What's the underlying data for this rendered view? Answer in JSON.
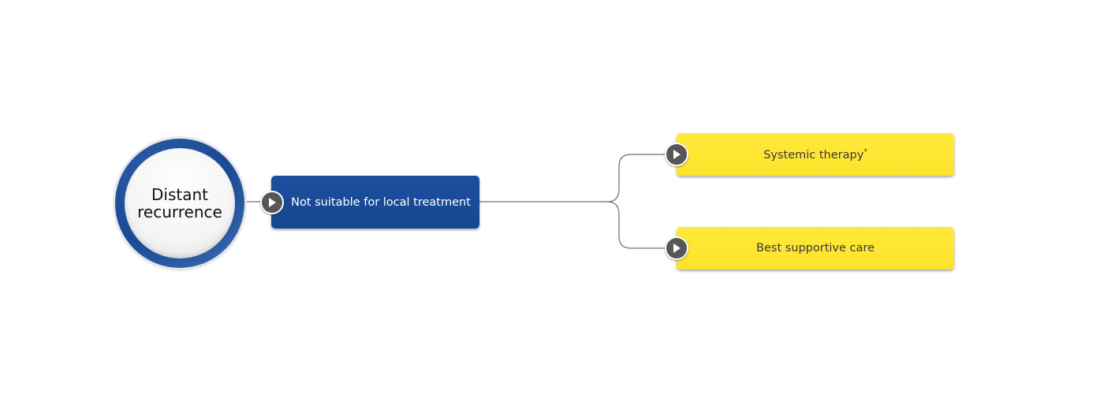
{
  "diagram": {
    "start": {
      "label": "Distant recurrence"
    },
    "step": {
      "label": "Not suitable for local treatment"
    },
    "outcomes": [
      {
        "label": "Systemic therapy",
        "superscript": "*"
      },
      {
        "label": "Best supportive care"
      }
    ],
    "colors": {
      "start_ring": "#1a4a95",
      "step_fill": "#174b98",
      "outcome_fill": "#fde42c",
      "connector": "#6e6e6e",
      "arrow_badge": "#575757"
    },
    "icons": [
      "arrow-right-icon"
    ]
  }
}
